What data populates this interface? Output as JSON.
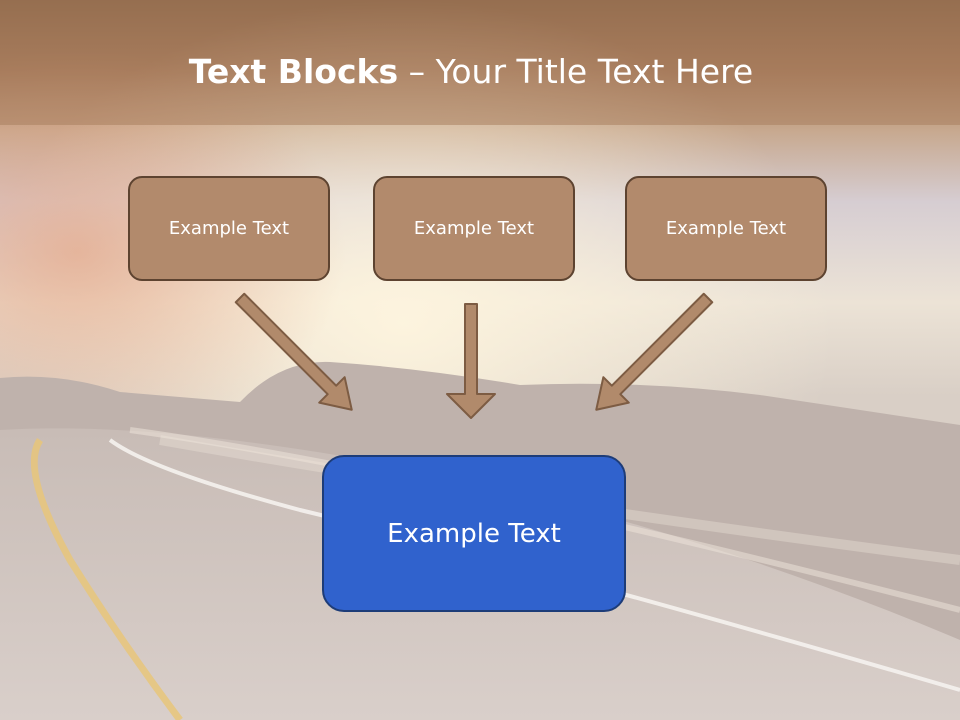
{
  "slide": {
    "title_bold": "Text Blocks",
    "title_dash": " – ",
    "title_rest": "Your Title Text Here"
  },
  "blocks": {
    "left": "Example Text",
    "center": "Example Text",
    "right": "Example Text"
  },
  "target": {
    "label": "Example Text",
    "color": "#3062cd"
  },
  "colors": {
    "header_band": "#a9805f",
    "box_fill": "#b28a6c",
    "box_border": "#5d4330",
    "arrow_fill": "#b18a6b",
    "arrow_border": "#7d5c43"
  },
  "icons": {
    "arrow": "arrow-down-icon"
  }
}
